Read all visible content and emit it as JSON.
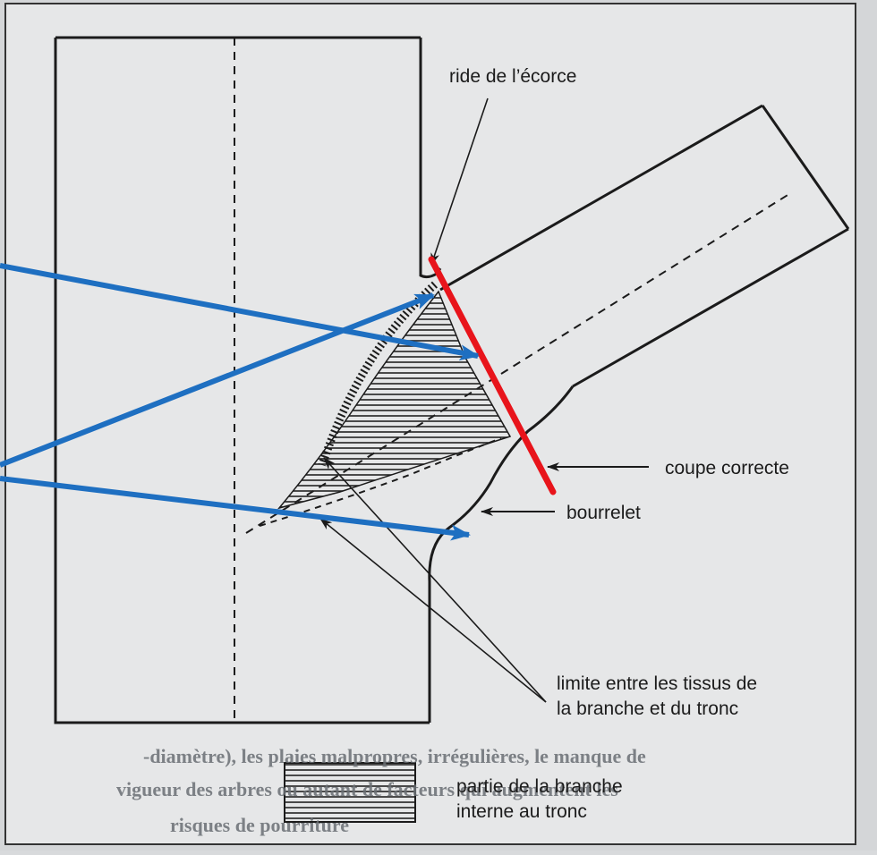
{
  "labels": {
    "ride": "ride de l’écorce",
    "coupe": "coupe correcte",
    "bourrelet": "bourrelet",
    "limite_line1": "limite entre les tissus de",
    "limite_line2": "la branche et du tronc",
    "legend_line1": "partie de la branche",
    "legend_line2": "interne au tronc"
  },
  "background_text": {
    "line1": "-diamètre), les plaies malpropres, irrégulières, le manque de",
    "line2": "vigueur des arbres ou autant de facteurs qui augmentent les",
    "line3": "risques de pourriture"
  },
  "colors": {
    "paper": "#e4e5e6",
    "ink": "#1b1b1b",
    "blue_arrow": "#1e6fc1",
    "red_cut": "#e8141b"
  }
}
